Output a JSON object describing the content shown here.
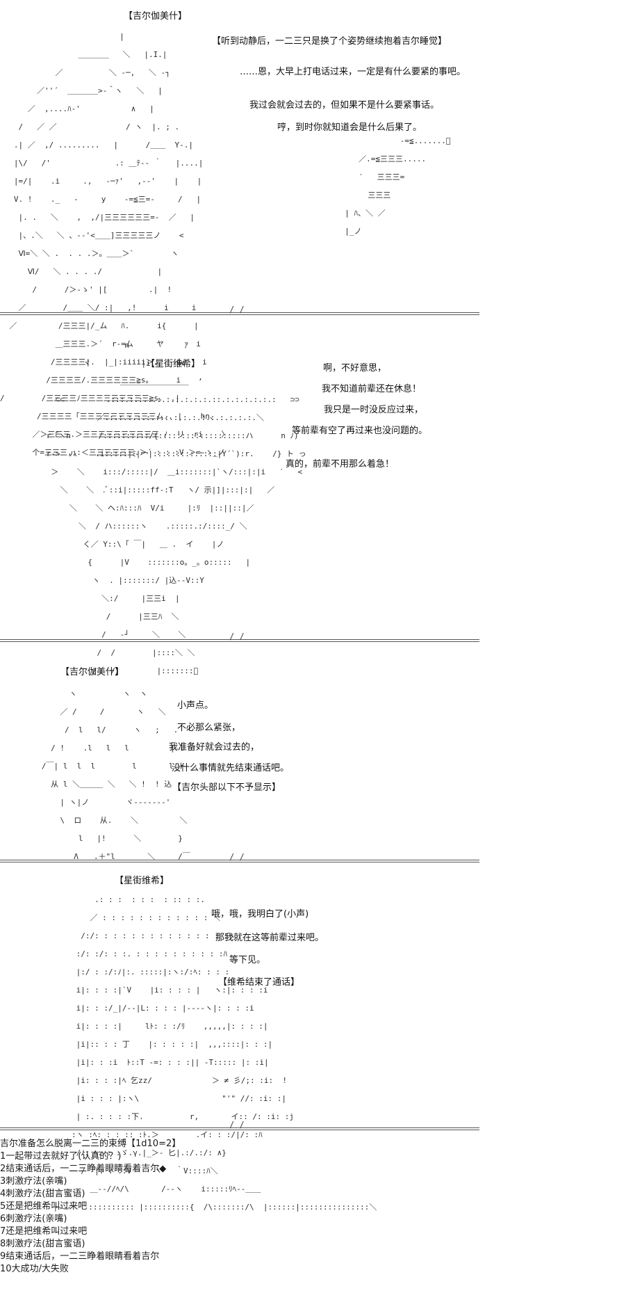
{
  "panel1": {
    "name": "【吉尔伽美什】",
    "lines": [
      "【听到动静后，一二三只是换了个姿势继续抱着吉尔睡觉】",
      "……恩，大早上打电话过来，一定是有什么要紧的事吧。",
      "我过会就会过去的，但如果不是什么要紧事话。",
      "哼，到时你就知道会是什么后果了。"
    ]
  },
  "panel2": {
    "name": "【星街维希】",
    "lines": [
      "啊，不好意思，",
      "我不知道前辈还在休息！",
      "我只是一时没反应过来，",
      "等前辈有空了再过来也没问题的。",
      "真的，前辈不用那么着急！"
    ]
  },
  "panel3": {
    "name": "【吉尔伽美什】",
    "lines": [
      "小声点。",
      "不必那么紧张，",
      "我准备好就会过去的，",
      "没什么事情就先结束通话吧。",
      "【吉尔头部以下不予显示】"
    ]
  },
  "panel4": {
    "name": "【星街维希】",
    "lines": [
      "哦，哦，我明白了(小声)",
      "那我就在这等前辈过来吧。",
      "等下见。",
      "【维希结束了通话】"
    ]
  },
  "choices": {
    "title": "吉尔准备怎么脱离一二三的束缚【1d10=2】",
    "items": [
      "1一起带过去就好了(认真的？)",
      "2结束通话后，一二三睁着眼睛看着吉尔◆",
      "3刺激疗法(亲嘴)",
      "4刺激疗法(甜言蜜语)",
      "5还是把维希叫过来吧",
      "6刺激疗法(亲嘴)",
      "7还是把维希叫过来吧",
      "8刺激疗法(甜言蜜语)",
      "9结束通话后，一二三睁着眼睛看着吉尔",
      "10大成功/大失败"
    ]
  }
}
